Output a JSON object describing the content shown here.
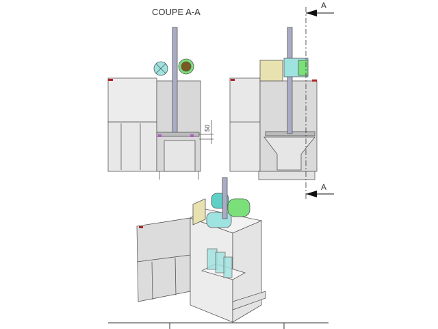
{
  "title": "COUPE A-A",
  "section_marker_top": "A",
  "section_marker_bottom": "A",
  "dimension_label": "50",
  "colors": {
    "line": "#555555",
    "panel": "#e4e4e4",
    "body": "#d6d6d6",
    "rod": "#a9acc4",
    "motor_green": "#7be07a",
    "motor_cyan": "#9fe3e0",
    "control_box": "#e8e2b0",
    "red_tag": "#b02020",
    "purple": "#b060c0"
  }
}
